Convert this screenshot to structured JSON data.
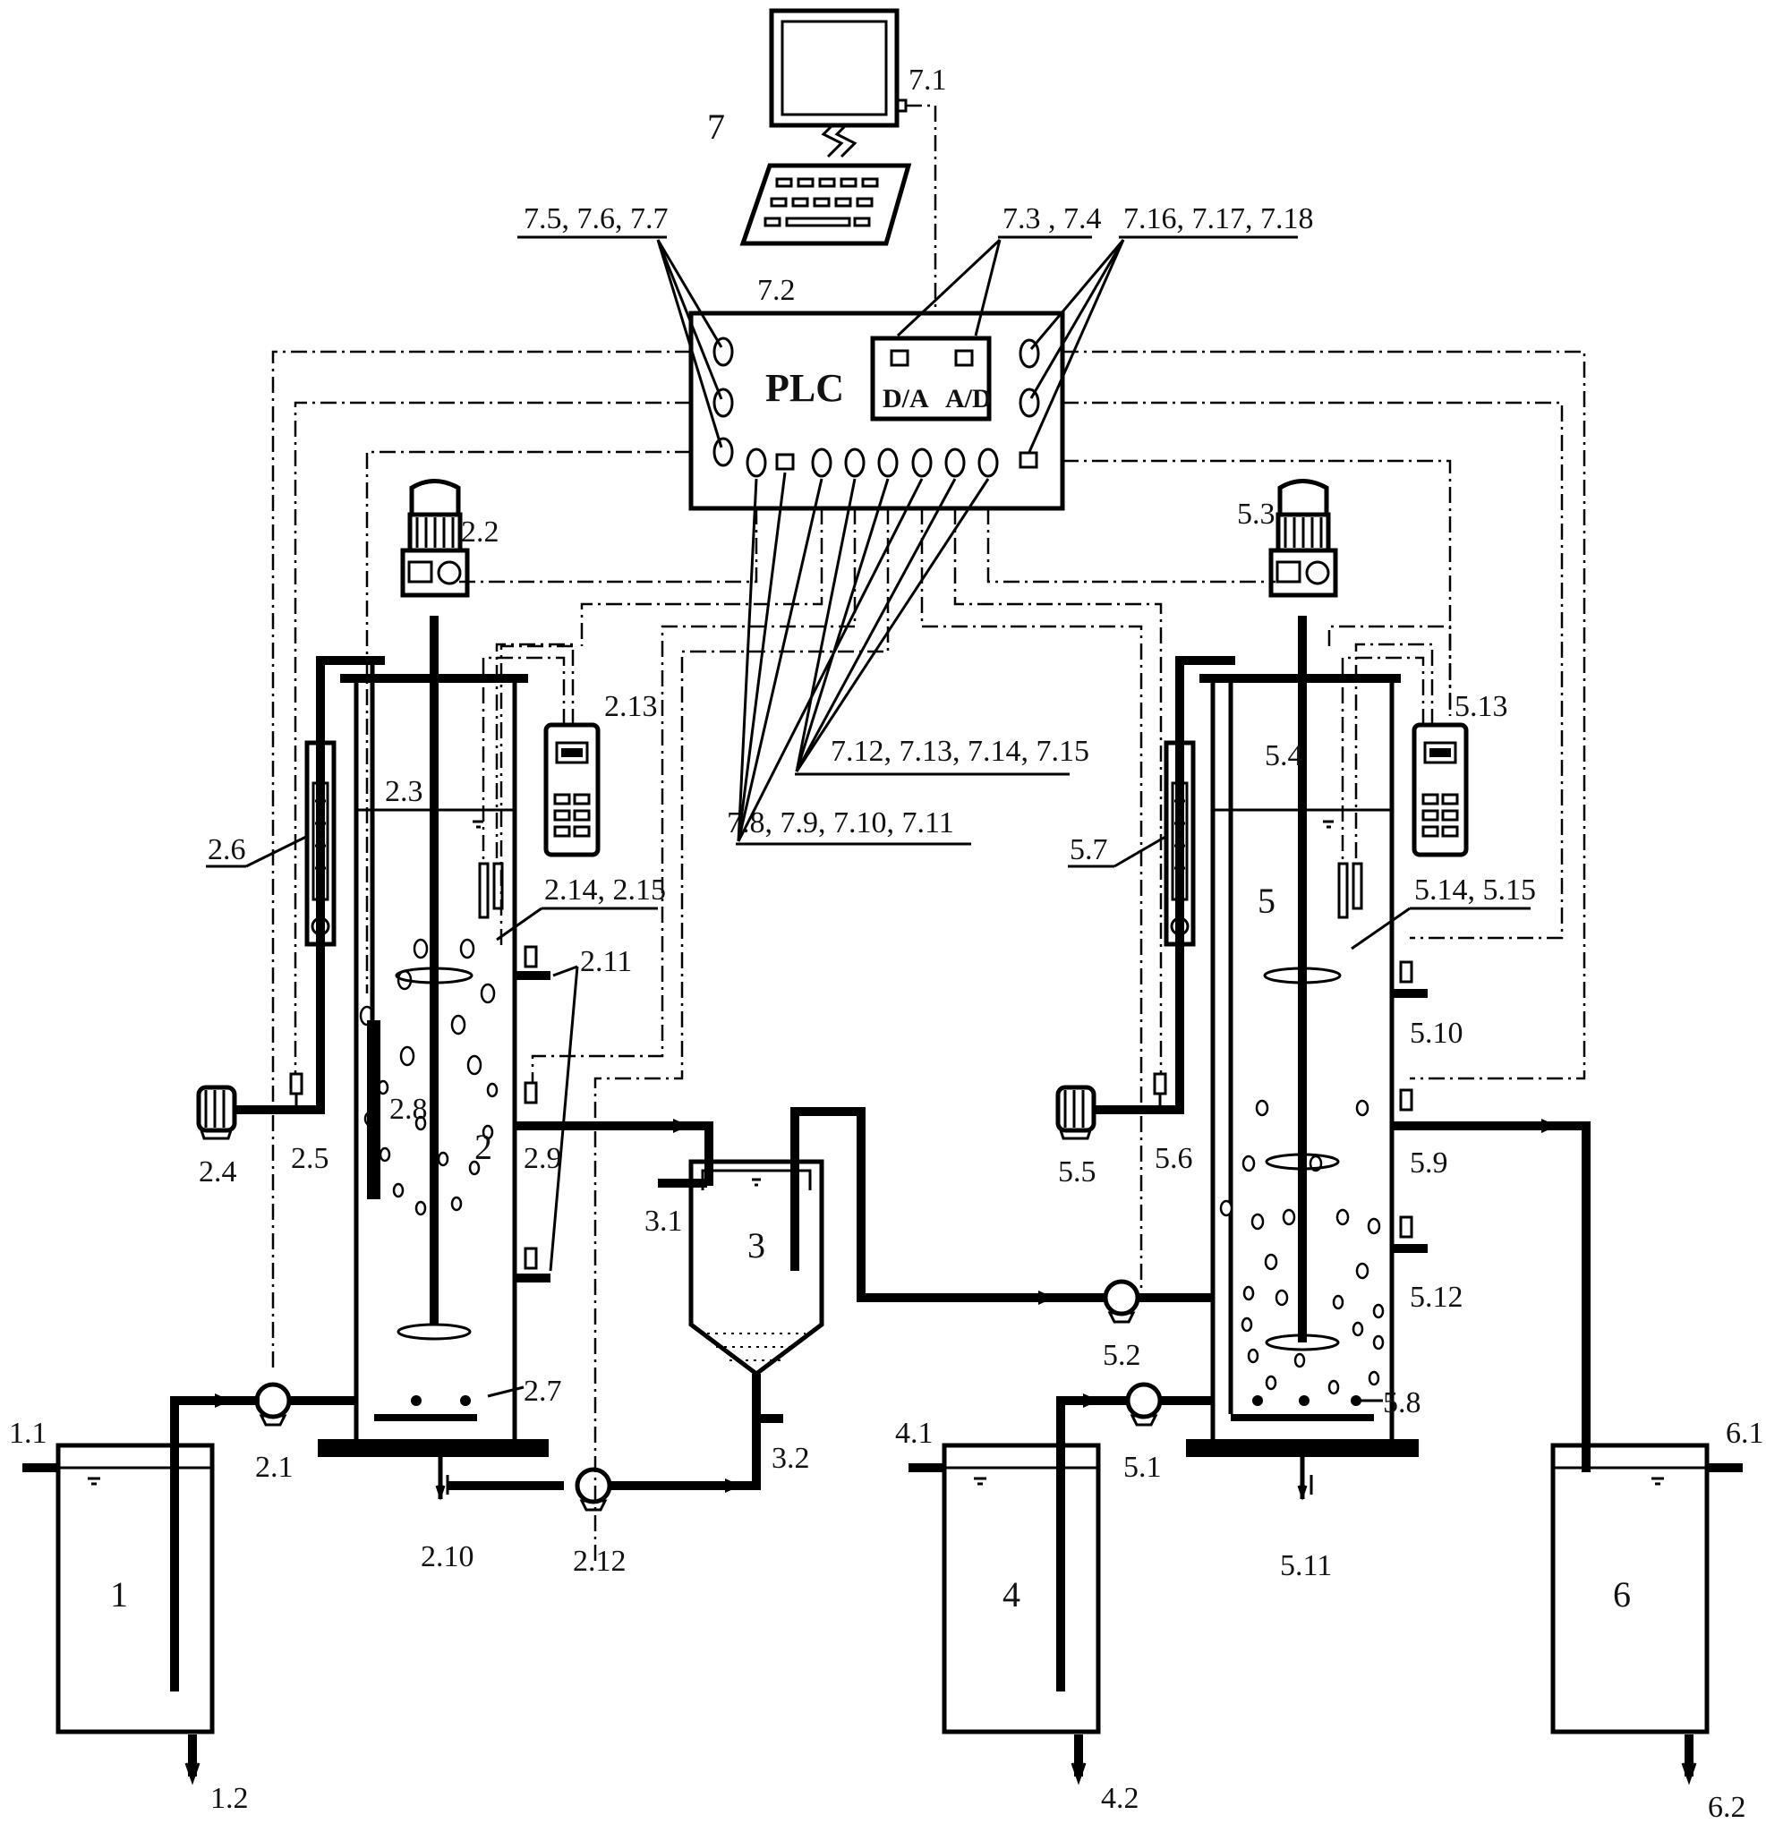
{
  "labels": {
    "tank_1": "1",
    "tank_1_in": "1.1",
    "tank_1_out": "1.2",
    "reactor_2": "2",
    "pump_2_1": "2.1",
    "motor_2_2": "2.2",
    "stirrer_2_3": "2.3",
    "blower_2_4": "2.4",
    "valve_2_5": "2.5",
    "flowmeter_2_6": "2.6",
    "aerator_2_7": "2.7",
    "pipe_2_8": "2.8",
    "outlet_2_9": "2.9",
    "drain_2_10": "2.10",
    "valve_2_11": "2.11",
    "pump_2_12": "2.12",
    "meter_2_13": "2.13",
    "probes_2_14": "2.14, 2.15",
    "settler_3": "3",
    "settler_3_1": "3.1",
    "settler_3_2": "3.2",
    "tank_4": "4",
    "tank_4_in": "4.1",
    "tank_4_out": "4.2",
    "reactor_5": "5",
    "pump_5_1": "5.1",
    "pump_5_2": "5.2",
    "motor_5_3": "5.3",
    "stirrer_5_4": "5.4",
    "blower_5_5": "5.5",
    "valve_5_6": "5.6",
    "flowmeter_5_7": "5.7",
    "aerator_5_8": "5.8",
    "outlet_5_9": "5.9",
    "valve_5_10": "5.10",
    "drain_5_11": "5.11",
    "valve_5_12": "5.12",
    "meter_5_13": "5.13",
    "probes_5_14": "5.14, 5.15",
    "tank_6": "6",
    "tank_6_in": "6.1",
    "tank_6_out": "6.2",
    "computer_7": "7",
    "monitor_7_1": "7.1",
    "plc_7_2": "7.2",
    "plc_text": "PLC",
    "da_text": "D/A",
    "ad_text": "A/D",
    "group_7_3": "7.3 , 7.4",
    "group_7_5": "7.5, 7.6, 7.7",
    "group_7_8": "7.8, 7.9, 7.10, 7.11",
    "group_7_12": "7.12, 7.13, 7.14, 7.15",
    "group_7_16": "7.16, 7.17, 7.18"
  }
}
